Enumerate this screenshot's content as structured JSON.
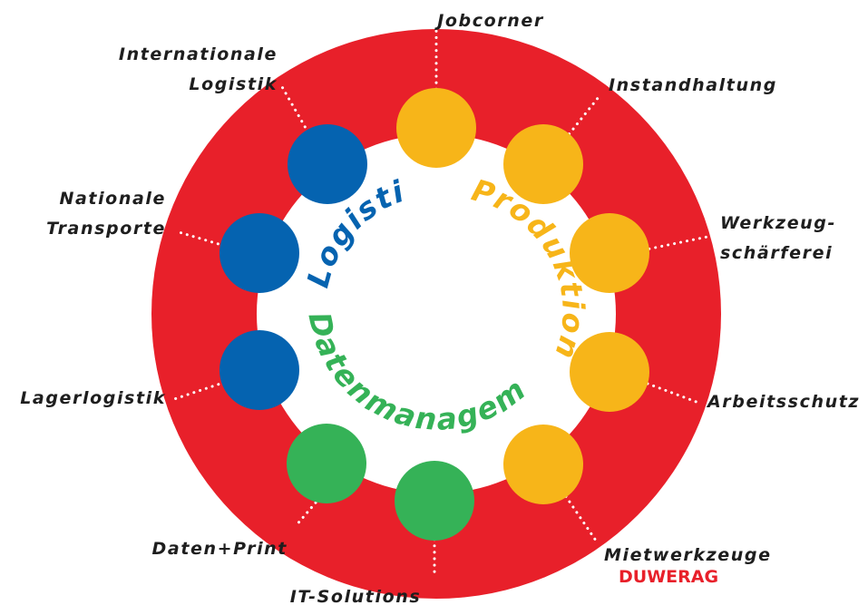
{
  "colors": {
    "ring": "#e8202a",
    "logistik": "#0563b0",
    "produktion": "#f7b519",
    "datenmanagement": "#35b257",
    "brand": "#e8202a"
  },
  "arcs": {
    "logistik": "Logistik",
    "produktion": "Produktion",
    "datenmanagement": "Datenmanagement"
  },
  "services": [
    {
      "id": "jobcorner",
      "lines": [
        "Jobcorner"
      ],
      "group": "produktion"
    },
    {
      "id": "instandhaltung",
      "lines": [
        "Instandhaltung"
      ],
      "group": "produktion"
    },
    {
      "id": "werkzeugschaerferei",
      "lines": [
        "Werkzeug-",
        "schärferei"
      ],
      "group": "produktion"
    },
    {
      "id": "arbeitsschutz",
      "lines": [
        "Arbeitsschutz"
      ],
      "group": "produktion"
    },
    {
      "id": "mietwerkzeuge",
      "lines": [
        "Mietwerkzeuge"
      ],
      "group": "produktion"
    },
    {
      "id": "it-solutions",
      "lines": [
        "IT-Solutions"
      ],
      "group": "datenmanagement"
    },
    {
      "id": "daten-print",
      "lines": [
        "Daten+Print"
      ],
      "group": "datenmanagement"
    },
    {
      "id": "lagerlogistik",
      "lines": [
        "Lagerlogistik"
      ],
      "group": "logistik"
    },
    {
      "id": "nationale-transporte",
      "lines": [
        "Nationale",
        "Transporte"
      ],
      "group": "logistik"
    },
    {
      "id": "internationale-logistik",
      "lines": [
        "Internationale",
        "Logistik"
      ],
      "group": "logistik"
    }
  ],
  "brand": "DUWERAG"
}
